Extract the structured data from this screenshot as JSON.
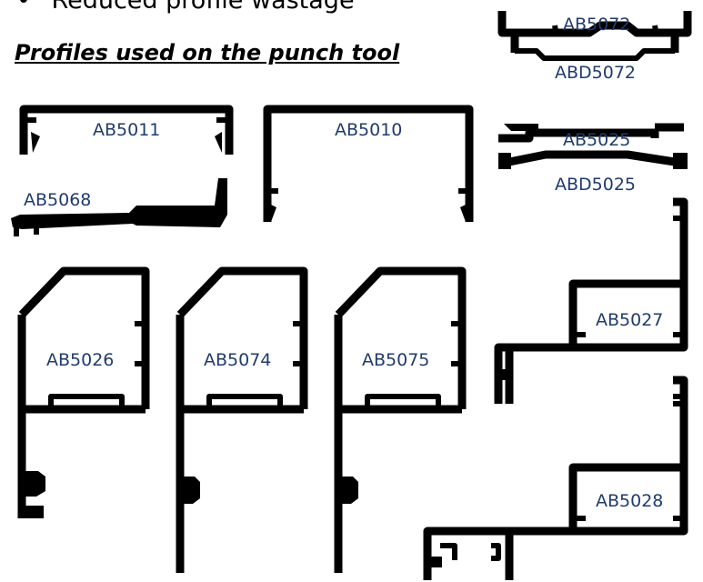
{
  "bullet": {
    "symbol": "•",
    "text": "Reduced profile wastage"
  },
  "heading": "Profiles used on the punch tool",
  "profiles": {
    "ab5072": "AB5072",
    "abd5072": "ABD5072",
    "ab5011": "AB5011",
    "ab5010": "AB5010",
    "ab5025": "AB5025",
    "abd5025": "ABD5025",
    "ab5068": "AB5068",
    "ab5026": "AB5026",
    "ab5074": "AB5074",
    "ab5075": "AB5075",
    "ab5027": "AB5027",
    "ab5028": "AB5028"
  },
  "colors": {
    "label": "#1f3c6e",
    "profile": "#000000"
  }
}
